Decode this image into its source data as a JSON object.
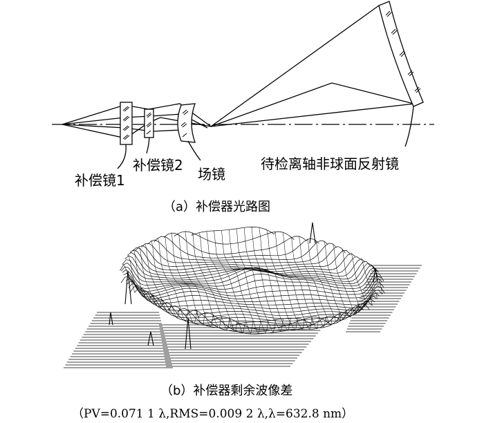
{
  "labels": {
    "comp1": "补偿镜1",
    "comp2": "补偿镜2",
    "field": "场镜",
    "mirror": "待检离轴非球面反射镜"
  },
  "captions": {
    "a": "（a）补偿器光路图",
    "b": "（b）补偿器剩余波像差",
    "b_stats": "（PV=0.071 1 λ,RMS=0.009 2 λ,λ=632.8 nm）"
  },
  "colors": {
    "ink": "#000000",
    "paper": "#ffffff"
  }
}
